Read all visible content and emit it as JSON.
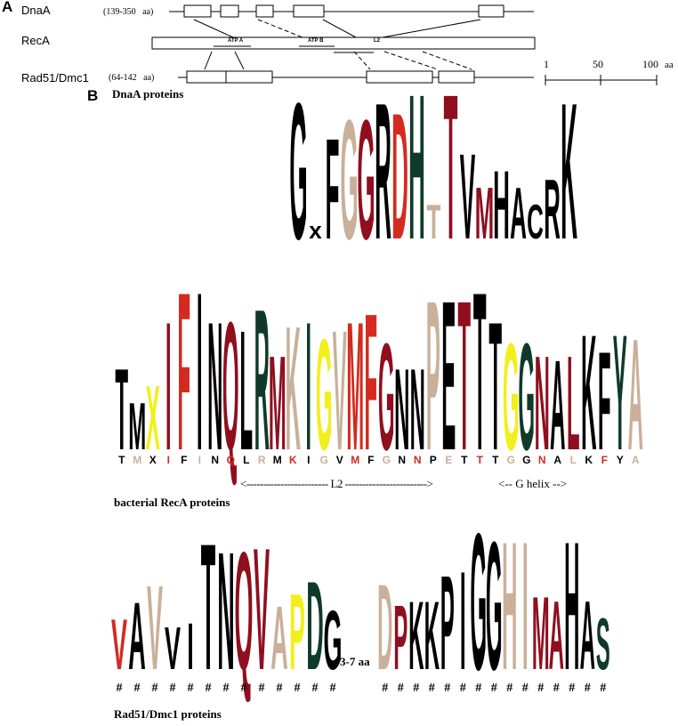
{
  "panel_a": {
    "label": "A",
    "proteins": [
      {
        "name": "DnaA",
        "range": "(139-350",
        "unit": "aa)"
      },
      {
        "name": "RecA"
      },
      {
        "name": "Rad51/Dmc1",
        "range": "(64-142",
        "unit": "aa)"
      }
    ],
    "domain_labels": [
      "ATP A",
      "ATP B",
      "L2"
    ],
    "scale": {
      "ticks": [
        "1",
        "50",
        "100"
      ],
      "unit": "aa"
    }
  },
  "panel_b": {
    "label": "B",
    "captions": {
      "dnaa": "DnaA proteins",
      "reca": "bacterial RecA proteins",
      "rad51": "Rad51/Dmc1 proteins"
    },
    "annotations": {
      "l2": "<------------------------ L2 ------------------------>",
      "g_helix": "<-- G helix -->",
      "gap": "3-7 aa"
    },
    "colors": {
      "black": "#000000",
      "red": "#d42a1f",
      "darkred": "#8f0f1f",
      "yellow": "#f2ef1a",
      "tan": "#c9b09a",
      "green": "#0f3a2a",
      "grey": "#7a7a7a"
    },
    "dnaa_logo": [
      "G",
      "x",
      "F",
      "G",
      "G",
      "R",
      "D",
      "H",
      "T",
      "T",
      "V",
      "M",
      "H",
      "A",
      "C",
      "R",
      "K"
    ],
    "reca_logo": [
      "T",
      "M",
      "X",
      "I",
      "F",
      "I",
      "N",
      "Q",
      "L",
      "R",
      "M",
      "K",
      "I",
      "G",
      "V",
      "M",
      "F",
      "G",
      "N",
      "N",
      "P",
      "E",
      "T",
      "T",
      "T",
      "G",
      "G",
      "N",
      "A",
      "L",
      "K",
      "F",
      "Y",
      "A"
    ],
    "rad51_logo_left": [
      "V",
      "A",
      "V",
      "V",
      "I",
      "T",
      "N",
      "Q",
      "V",
      "A",
      "P",
      "D",
      "G"
    ],
    "rad51_logo_right": [
      "D",
      "P",
      "K",
      "K",
      "P",
      "I",
      "G",
      "G",
      "H",
      "I",
      "M",
      "A",
      "H",
      "A",
      "S"
    ],
    "hash": "#"
  }
}
